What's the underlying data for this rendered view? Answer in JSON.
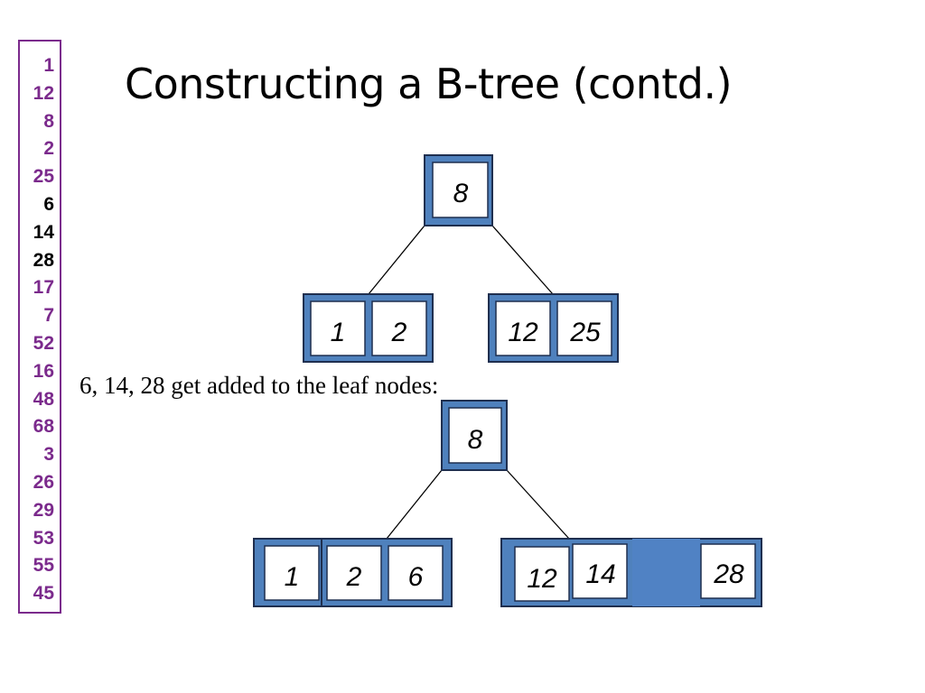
{
  "title": "Constructing a B-tree (contd.)",
  "caption": "6, 14, 28 get added to the leaf nodes:",
  "sequence": [
    {
      "value": "1",
      "color": "#7b2a8c"
    },
    {
      "value": "12",
      "color": "#7b2a8c"
    },
    {
      "value": "8",
      "color": "#7b2a8c"
    },
    {
      "value": "2",
      "color": "#7b2a8c"
    },
    {
      "value": "25",
      "color": "#7b2a8c"
    },
    {
      "value": "6",
      "color": "#000000"
    },
    {
      "value": "14",
      "color": "#000000"
    },
    {
      "value": "28",
      "color": "#000000"
    },
    {
      "value": "17",
      "color": "#7b2a8c"
    },
    {
      "value": "7",
      "color": "#7b2a8c"
    },
    {
      "value": "52",
      "color": "#7b2a8c"
    },
    {
      "value": "16",
      "color": "#7b2a8c"
    },
    {
      "value": "48",
      "color": "#7b2a8c"
    },
    {
      "value": "68",
      "color": "#7b2a8c"
    },
    {
      "value": "3",
      "color": "#7b2a8c"
    },
    {
      "value": "26",
      "color": "#7b2a8c"
    },
    {
      "value": "29",
      "color": "#7b2a8c"
    },
    {
      "value": "53",
      "color": "#7b2a8c"
    },
    {
      "value": "55",
      "color": "#7b2a8c"
    },
    {
      "value": "45",
      "color": "#7b2a8c"
    }
  ],
  "tree_before": {
    "root": [
      "8"
    ],
    "leaves": [
      [
        "1",
        "2"
      ],
      [
        "12",
        "25"
      ]
    ]
  },
  "tree_after": {
    "root": [
      "8"
    ],
    "leaves": [
      [
        "1",
        "2",
        "6"
      ],
      [
        "12",
        "14",
        "28"
      ]
    ]
  },
  "colors": {
    "node_fill": "#4f81bd",
    "node_border": "#1f2f4f",
    "key_fill": "#ffffff",
    "edge": "#000000"
  }
}
